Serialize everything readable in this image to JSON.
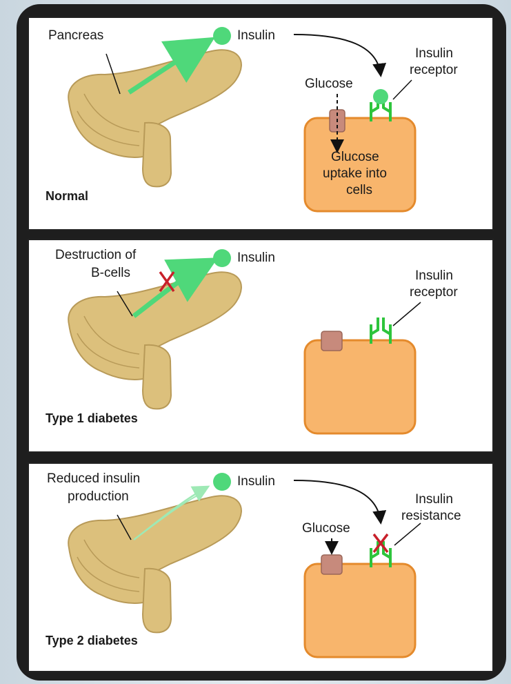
{
  "panels": [
    {
      "title": "Normal",
      "labels": {
        "pancreas": "Pancreas",
        "insulin": "Insulin",
        "receptor_line1": "Insulin",
        "receptor_line2": "receptor",
        "glucose": "Glucose",
        "uptake_line1": "Glucose",
        "uptake_line2": "uptake into",
        "uptake_line3": "cells"
      }
    },
    {
      "title": "Type 1 diabetes",
      "labels": {
        "destruction_line1": "Destruction of",
        "destruction_line2": "B-cells",
        "insulin": "Insulin",
        "receptor_line1": "Insulin",
        "receptor_line2": "receptor"
      }
    },
    {
      "title": "Type 2 diabetes",
      "labels": {
        "reduced_line1": "Reduced insulin",
        "reduced_line2": "production",
        "insulin": "Insulin",
        "glucose": "Glucose",
        "resistance_line1": "Insulin",
        "resistance_line2": "resistance"
      }
    }
  ],
  "colors": {
    "insulin": "#4fd87a",
    "receptor": "#2ec43c",
    "cell_fill": "#f8b56c",
    "cell_border": "#e48a2c",
    "glucose_transporter": "#c78a7c",
    "pancreas": "#dcc07c",
    "block_x": "#c8202a"
  }
}
